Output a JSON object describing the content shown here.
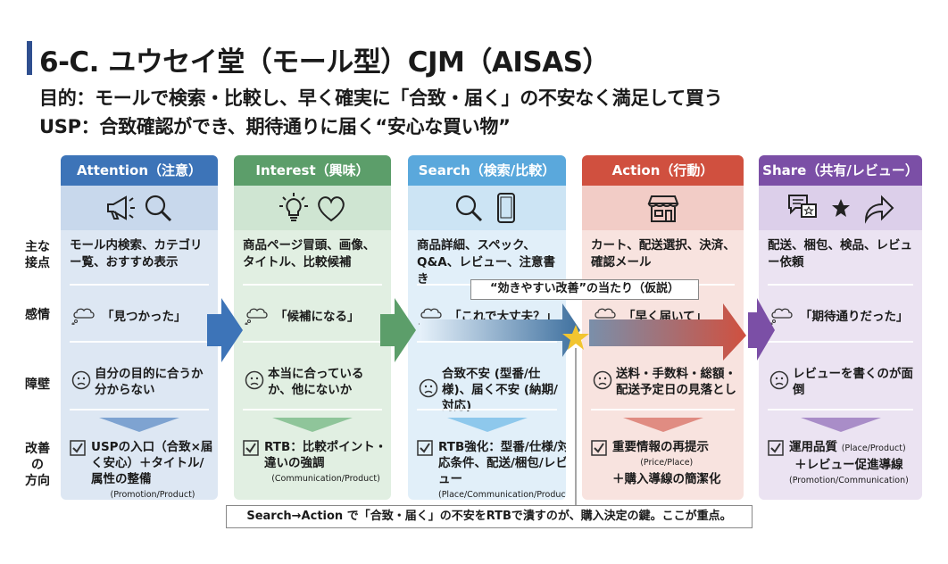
{
  "title": "6-C. ユウセイ堂（モール型）CJM（AISAS）",
  "purpose": "目的：モールで検索・比較し、早く確実に「合致・届く」の不安なく満足して買う",
  "usp": "USP：合致確認ができ、期待通りに届く“安心な買い物”",
  "row_labels": {
    "touchpoint": "主な\n接点",
    "emotion": "感情",
    "barrier": "障壁",
    "improvement": "改善\nの\n方向"
  },
  "row_label_lines": {
    "touchpoint": [
      "主な",
      "接点"
    ],
    "improvement": [
      "改善",
      "の",
      "方向"
    ]
  },
  "colors": {
    "attention": "#3d74b8",
    "interest": "#5c9e6a",
    "search": "#5aa8dc",
    "action": "#d0503f",
    "share": "#7b4fa6"
  },
  "stages": [
    {
      "header": "Attention（注意）",
      "icons": [
        "megaphone-icon",
        "search-icon"
      ],
      "touchpoint": "モール内検索、カテゴリー覧、おすすめ表示",
      "emotion": "「見つかった」",
      "barrier": "自分の目的に合うか分からない",
      "improvement": "USPの入口（合致×届く安心）＋タイトル/属性の整備",
      "improvement_note": "(Promotion/Product)"
    },
    {
      "header": "Interest（興味）",
      "icons": [
        "lightbulb-icon",
        "heart-icon"
      ],
      "touchpoint": "商品ページ冒頭、画像、タイトル、比較候補",
      "emotion": "「候補になる」",
      "barrier": "本当に合っているか、他にないか",
      "improvement": "RTB：比較ポイント・違いの強調",
      "improvement_note": "(Communication/Product)"
    },
    {
      "header": "Search（検索/比較）",
      "icons": [
        "search-icon",
        "smartphone-icon"
      ],
      "touchpoint": "商品詳細、スペック、Q&A、レビュー、注意書き",
      "emotion": "「これで大丈夫？」",
      "barrier": "合致不安 (型番/仕様)、届く不安 (納期/対応)",
      "improvement": "RTB強化：型番/仕様/対応条件、配送/梱包/レビュー",
      "improvement_note": "(Place/Communication/Product)"
    },
    {
      "header": "Action（行動）",
      "icons": [
        "store-icon"
      ],
      "touchpoint": "カート、配送選択、決済、確認メール",
      "emotion": "「早く届いて」",
      "barrier": "送料・手数料・総額・配送予定日の見落とし",
      "improvement": "重要情報の再提示",
      "improvement_note": "(Price/Place)",
      "improvement_extra": "＋購入導線の簡潔化"
    },
    {
      "header": "Share（共有/レビュー）",
      "icons": [
        "review-chat-icon",
        "star-icon",
        "share-arrow-icon"
      ],
      "touchpoint": "配送、梱包、検品、レビュー依頼",
      "emotion": "「期待通りだった」",
      "barrier": "レビューを書くのが面倒",
      "improvement": "運用品質",
      "improvement_note_inline": "(Place/Product)",
      "improvement_extra": "＋レビュー促進導線",
      "improvement_note": "(Promotion/Communication)"
    }
  ],
  "callout": "“効きやすい改善”の当たり（仮説）",
  "key_point": "Search→Action で「合致・届く」の不安をRTBで潰すのが、購入決定の鍵。ここが重点。"
}
